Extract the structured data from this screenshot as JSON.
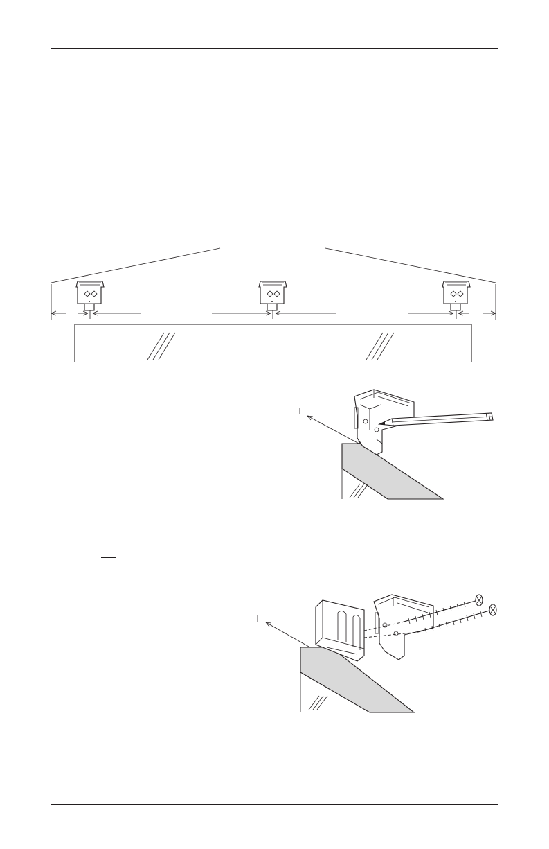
{
  "page": {
    "header_rule": "header-line",
    "footer_rule": "footer-line"
  },
  "figures": {
    "bracket_spacing": {
      "description_icon": "bracket-spacing-diagram-icon",
      "bracket_count": 3
    },
    "mark_bracket": {
      "description_icon": "pencil-marking-bracket-icon"
    },
    "install_bracket": {
      "description_icon": "screw-bracket-spacer-icon"
    }
  },
  "colors": {
    "ink": "#231f20",
    "sill": "#d9d9d9",
    "paper": "#ffffff"
  }
}
